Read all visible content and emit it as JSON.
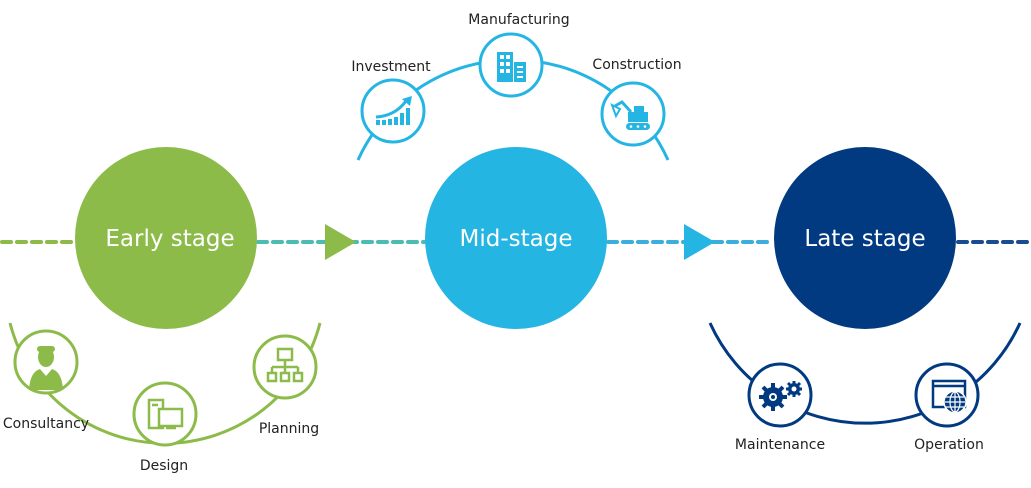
{
  "title": "Project lifecycle stages",
  "colors": {
    "early": "#8DBB4A",
    "mid": "#25B5E3",
    "late": "#013A80",
    "teal_connector": "#4CBCB3",
    "mid_connector": "#3BAEDC",
    "late_connector": "#1A4D8F",
    "text": "#222222",
    "white": "#ffffff"
  },
  "stages": [
    {
      "id": "early",
      "label": "Early stage",
      "color_key": "early",
      "items": [
        {
          "label": "Consultancy",
          "icon": "consultant-icon"
        },
        {
          "label": "Design",
          "icon": "computer-design-icon"
        },
        {
          "label": "Planning",
          "icon": "org-chart-icon"
        }
      ]
    },
    {
      "id": "mid",
      "label": "Mid-stage",
      "color_key": "mid",
      "items": [
        {
          "label": "Investment",
          "icon": "growth-chart-icon"
        },
        {
          "label": "Manufacturing",
          "icon": "buildings-icon"
        },
        {
          "label": "Construction",
          "icon": "excavator-icon"
        }
      ]
    },
    {
      "id": "late",
      "label": "Late stage",
      "color_key": "late",
      "items": [
        {
          "label": "Maintenance",
          "icon": "gears-icon"
        },
        {
          "label": "Operation",
          "icon": "web-window-icon"
        }
      ]
    }
  ]
}
